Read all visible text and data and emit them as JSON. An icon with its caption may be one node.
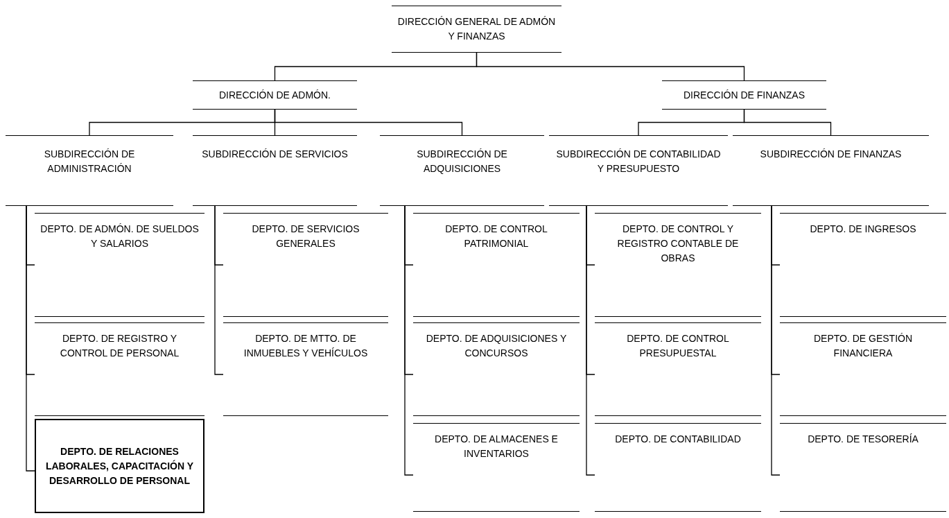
{
  "diagram": {
    "nodes": [
      {
        "text": [
          "DIRECCIÓN GENERAL DE ADMÓN Y FINANZAS"
        ]
      },
      {
        "text": [
          "DIRECCIÓN DE ADMÓN."
        ]
      },
      {
        "text": [
          "DIRECCIÓN DE FINANZAS"
        ]
      },
      {
        "text": [
          "SUBDIRECCIÓN DE ADMINISTRACIÓN"
        ]
      },
      {
        "text": [
          "SUBDIRECCIÓN DE SERVICIOS"
        ]
      },
      {
        "text": [
          "SUBDIRECCIÓN DE ADQUISICIONES"
        ]
      },
      {
        "text": [
          "SUBDIRECCIÓN DE CONTABILIDAD Y PRESUPUESTO"
        ]
      },
      {
        "text": [
          "SUBDIRECCIÓN DE FINANZAS"
        ]
      },
      {
        "text": [
          "DEPTO. DE ADMÓN. DE SUELDOS Y SALARIOS"
        ]
      },
      {
        "text": [
          "DEPTO. DE REGISTRO Y CONTROL DE PERSONAL"
        ]
      },
      {
        "text": [
          "DEPTO. DE RELACIONES LABORALES, CAPACITACIÓN Y DESARROLLO DE PERSONAL"
        ]
      },
      {
        "text": [
          "DEPTO. DE SERVICIOS GENERALES"
        ]
      },
      {
        "text": [
          "DEPTO. DE MTTO. DE INMUEBLES Y VEHÍCULOS"
        ]
      },
      {
        "text": [
          "DEPTO. DE CONTROL PATRIMONIAL"
        ]
      },
      {
        "text": [
          "DEPTO. DE ADQUISICIONES Y CONCURSOS"
        ]
      },
      {
        "text": [
          "DEPTO. DE ALMACENES E INVENTARIOS"
        ]
      },
      {
        "text": [
          "DEPTO. DE CONTROL Y REGISTRO CONTABLE DE OBRAS"
        ]
      },
      {
        "text": [
          "DEPTO. DE CONTROL PRESUPUESTAL"
        ]
      },
      {
        "text": [
          "DEPTO. DE CONTABILIDAD"
        ]
      },
      {
        "text": [
          "DEPTO. DE INGRESOS"
        ]
      },
      {
        "text": [
          "DEPTO. DE GESTIÓN FINANCIERA"
        ]
      },
      {
        "text": [
          "DEPTO. DE TESORERÍA"
        ]
      }
    ],
    "edges": [
      {
        "from": 0,
        "to": 1,
        "arrow": "none"
      },
      {
        "from": 0,
        "to": 2,
        "arrow": "none"
      },
      {
        "from": 1,
        "to": 3,
        "arrow": "none"
      },
      {
        "from": 1,
        "to": 4,
        "arrow": "none"
      },
      {
        "from": 1,
        "to": 5,
        "arrow": "none"
      },
      {
        "from": 2,
        "to": 6,
        "arrow": "none"
      },
      {
        "from": 2,
        "to": 7,
        "arrow": "none"
      },
      {
        "from": 3,
        "to": 8,
        "arrow": "none"
      },
      {
        "from": 3,
        "to": 9,
        "arrow": "none"
      },
      {
        "from": 3,
        "to": 10,
        "arrow": "none"
      },
      {
        "from": 4,
        "to": 11,
        "arrow": "none"
      },
      {
        "from": 4,
        "to": 12,
        "arrow": "none"
      },
      {
        "from": 5,
        "to": 13,
        "arrow": "none"
      },
      {
        "from": 5,
        "to": 14,
        "arrow": "none"
      },
      {
        "from": 5,
        "to": 15,
        "arrow": "none"
      },
      {
        "from": 6,
        "to": 16,
        "arrow": "none"
      },
      {
        "from": 6,
        "to": 17,
        "arrow": "none"
      },
      {
        "from": 6,
        "to": 18,
        "arrow": "none"
      },
      {
        "from": 7,
        "to": 19,
        "arrow": "none"
      },
      {
        "from": 7,
        "to": 20,
        "arrow": "none"
      },
      {
        "from": 7,
        "to": 21,
        "arrow": "none"
      }
    ]
  }
}
